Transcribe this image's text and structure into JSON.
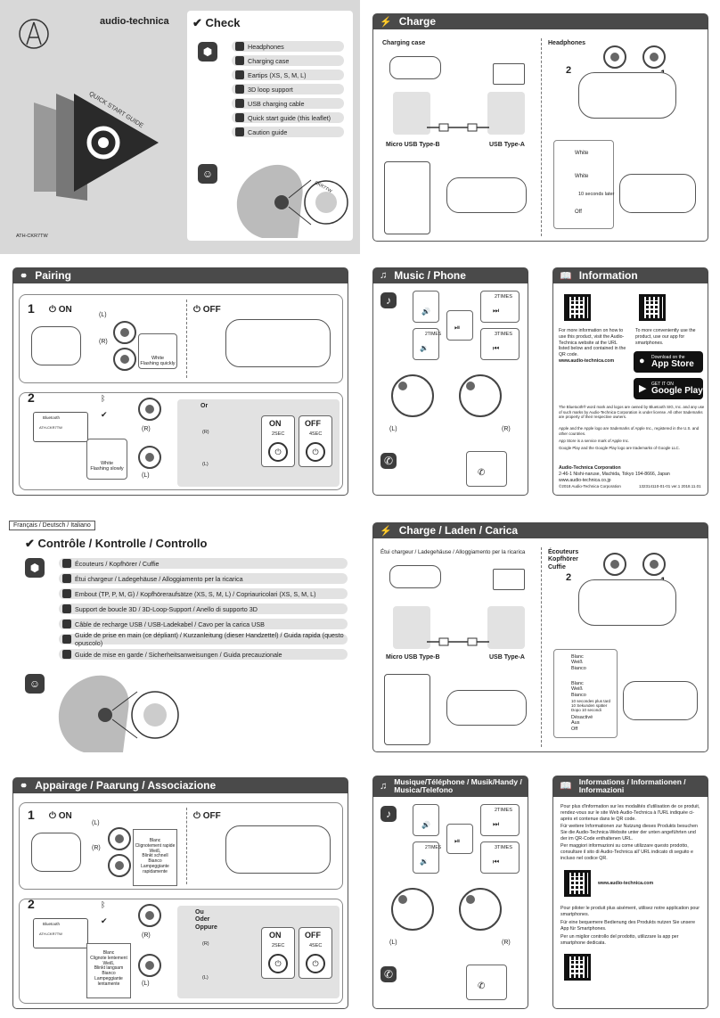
{
  "cover": {
    "brand": "audio-technica",
    "guide_title": "QUICK START GUIDE",
    "model": "ATH-CKR7TW",
    "earbud_label": "CKR7TW"
  },
  "check": {
    "title": "Check",
    "items": [
      "Headphones",
      "Charging case",
      "Eartips (XS, S, M, L)",
      "3D loop support",
      "USB charging cable",
      "Quick start guide (this leaflet)",
      "Caution guide"
    ]
  },
  "charge": {
    "title": "Charge",
    "case_label": "Charging case",
    "headphones_label": "Headphones",
    "micro_usb": "Micro USB Type-B",
    "usb_a": "USB Type-A",
    "white1": "White",
    "white2": "White",
    "later": "10 seconds later",
    "off": "Off",
    "step1": "1",
    "step2": "2"
  },
  "pairing": {
    "title": "Pairing",
    "step1": "1",
    "step2": "2",
    "on": "ON",
    "off": "OFF",
    "L": "(L)",
    "R": "(R)",
    "white_quick": "White\nFlashing quickly",
    "white_slow": "White\nFlashing slowly",
    "or": "Or",
    "on_btn": "ON",
    "off_btn": "OFF",
    "sec2": "2SEC",
    "sec4": "4SEC",
    "bt_label": "Bluetooth",
    "device": "ATH-CKR7TW"
  },
  "music": {
    "title": "Music / Phone",
    "times2a": "2TIMES",
    "times2b": "2TIMES",
    "times3": "3TIMES",
    "L": "(L)",
    "R": "(R)"
  },
  "info": {
    "title": "Information",
    "qr_left_text": "For more information on how to use this product, visit the Audio-Technica website at the URL listed below and contained in the QR code.",
    "url": "www.audio-technica.com",
    "qr_right_text": "To more conveniently use the product, use our app for smartphones.",
    "appstore_small": "Download on the",
    "appstore_big": "App Store",
    "gplay_small": "GET IT ON",
    "gplay_big": "Google Play",
    "legal": [
      "The Bluetooth® word mark and logos are owned by Bluetooth SIG, Inc. and any use of such marks by Audio-Technica Corporation is under license. All other trademarks are property of their respective owners.",
      "Apple and the Apple logo are trademarks of Apple Inc., registered in the U.S. and other countries.",
      "App Store is a service mark of Apple Inc.",
      "Google Play and the Google Play logo are trademarks of Google LLC."
    ],
    "company": "Audio-Technica Corporation",
    "address": "2-46-1 Nishi-naruse, Machida, Tokyo 194-8666, Japan",
    "company_url": "www.audio-technica.co.jp",
    "copyright": "©2018  Audio-Technica Corporation",
    "code": "132314110-01-01 ver.1 2018.11.01"
  },
  "lang_tag": "Français / Deutsch / Italiano",
  "check_ml": {
    "title": "Contrôle / Kontrolle / Controllo",
    "items": [
      "Écouteurs / Kopfhörer / Cuffie",
      "Étui chargeur / Ladegehäuse / Alloggiamento per la ricarica",
      "Embout (TP, P, M, G) / Kopfhöreraufsätze (XS, S, M, L) / Copriauricolari (XS, S, M, L)",
      "Support de boucle 3D / 3D-Loop-Support / Anello di supporto 3D",
      "Câble de recharge USB / USB-Ladekabel / Cavo per la carica USB",
      "Guide de prise en main (ce dépliant) / Kurzanleitung (dieser Handzettel) / Guida rapida (questo opuscolo)",
      "Guide de mise en garde / Sicherheitsanweisungen / Guida precauzionale"
    ]
  },
  "charge_ml": {
    "title": "Charge / Laden / Carica",
    "case_label": "Étui chargeur / Ladegehäuse / Alloggiamento per la ricarica",
    "headphones_label": "Écouteurs\nKopfhörer\nCuffie",
    "micro_usb": "Micro USB Type-B",
    "usb_a": "USB Type-A",
    "white1": "Blanc\nWeiß\nBianco",
    "white2": "Blanc\nWeiß\nBianco",
    "later": "10 secondes plus tard\n10 Sekunden später\nDopo 10 secondi",
    "off": "Désactivé\nAus\nOff"
  },
  "pairing_ml": {
    "title": "Appairage / Paarung / Associazione",
    "quick": "Blanc\nClignotement rapide\nWeiß,\nBlinkt schnell\nBianco\nLampeggiante\nrapidamente",
    "slow": "Blanc\nClignote lentement\nWeiß,\nBlinkt langsam\nBianco\nLampeggiante\nlentamente",
    "or": "Ou\nOder\nOppure"
  },
  "music_ml": {
    "title": "Musique/Téléphone / Musik/Handy / Musica/Telefono"
  },
  "info_ml": {
    "title": "Informations / Informationen / Informazioni",
    "p1": "Pour plus d'information sur les modalités d'utilisation de ce produit, rendez-vous sur le site Web Audio-Technica à l'URL indiquée ci-après et contenue dans le QR code.",
    "p2": "Für weitere Informationen zur Nutzung dieses Produkts besuchen Sie die Audio-Technica-Website unter der unten angeführten und der im QR-Code enthaltenen URL.",
    "p3": "Per maggiori informazioni su come utilizzare questo prodotto, consultare il sito di Audio-Technica all' URL indicato di seguito e incluso nel codice QR.",
    "url": "www.audio-technica.com",
    "p4": "Pour piloter le produit plus aisément, utilisez notre application pour smartphones.",
    "p5": "Für eine bequemere Bedienung des Produkts nutzen Sie unsere App für Smartphones.",
    "p6": "Per un miglior controllo del prodotto, utilizzare la app per smartphone dedicata."
  }
}
